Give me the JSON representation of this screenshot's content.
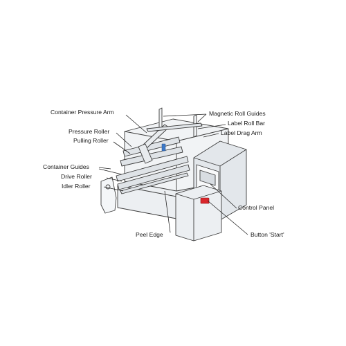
{
  "labels": {
    "container_pressure_arm": "Container Pressure Arm",
    "pressure_roller": "Pressure Roller",
    "pulling_roller": "Pulling Roller",
    "container_guides": "Container Guides",
    "drive_roller": "Drive Roller",
    "idler_roller": "Idler Roller",
    "peel_edge": "Peel Edge",
    "magnetic_roll_guides": "Magnetic Roll Guides",
    "label_roll_bar": "Label Roll Bar",
    "label_drag_arm": "Label Drag Arm",
    "control_panel": "Control Panel",
    "button_start": "Button 'Start'"
  },
  "colors": {
    "line": "#222222",
    "start_button": "#d9262b",
    "panel_keys": "#3c79c8",
    "screen": "#d8dde2",
    "body_fill": "#eceff2"
  }
}
